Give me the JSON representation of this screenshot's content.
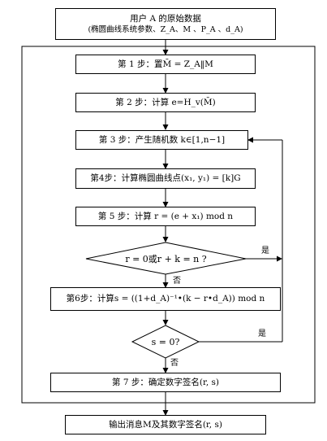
{
  "input": {
    "line1": "用户 A 的原始数据",
    "line2": "(椭圆曲线系统参数、Z_A、M 、P_A 、d_A)"
  },
  "steps": [
    "第 1 步：置M̄ = Z_A‖M",
    "第 2 步：计算 e=H_v(M̄)",
    "第 3 步：产生随机数 k∈[1,n−1]",
    "第4步：计算椭圆曲线点(x₁, y₁) = [k]G",
    "第 5 步：计算 r = (e + x₁) mod n",
    "第6步：计算s = ((1+d_A)⁻¹•(k − r•d_A)) mod n",
    "第 7 步：确定数字签名(r, s)"
  ],
  "decisions": [
    "r = 0或r + k = n ?",
    "s = 0?"
  ],
  "labels": {
    "yes1": "是",
    "no1": "否",
    "yes2": "是",
    "no2": "否"
  },
  "output": "输出消息M及其数字签名(r, s)"
}
